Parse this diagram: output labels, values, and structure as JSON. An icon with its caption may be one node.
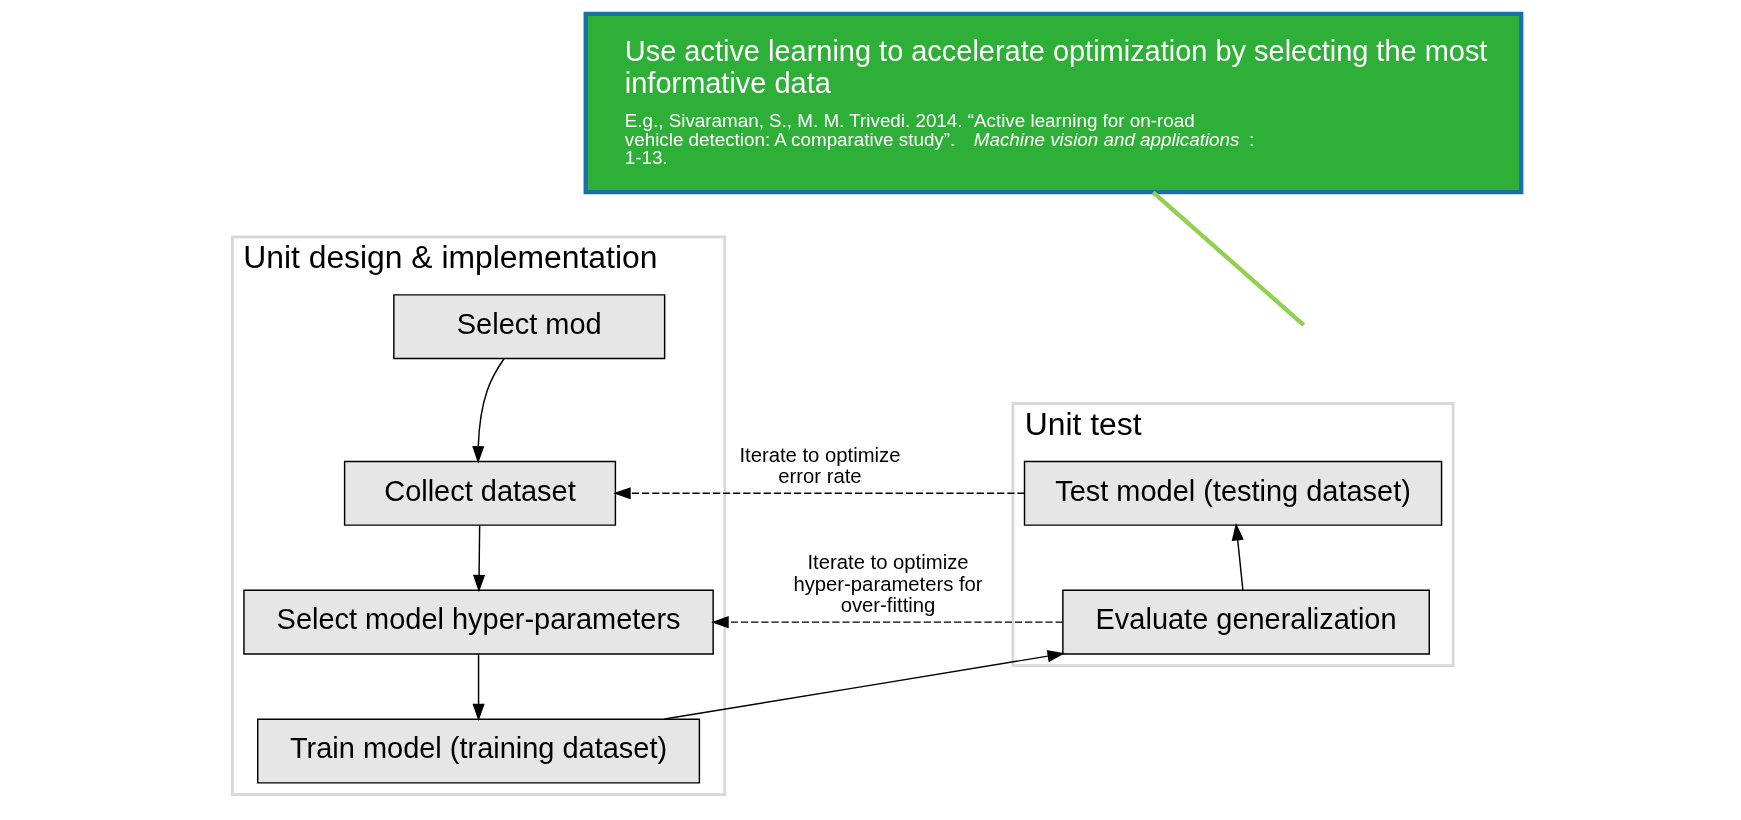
{
  "diagram": {
    "nodes": [
      {
        "text": [
          "Unit design & implementation"
        ]
      },
      {
        "text": [
          "Select mod"
        ],
        "in": 0
      },
      {
        "text": [
          "Collect dataset"
        ],
        "in": 0
      },
      {
        "text": [
          "Select model hyper-parameters"
        ],
        "in": 0
      },
      {
        "text": [
          "Train model (training dataset)"
        ],
        "in": 0
      },
      {
        "text": [
          "Unit test"
        ]
      },
      {
        "text": [
          "Test model (testing dataset)"
        ],
        "in": 5
      },
      {
        "text": [
          "Evaluate generalization"
        ],
        "in": 5
      },
      {
        "text": [
          "Use active learning to accelerate optimization by selecting the most informative data",
          "E.g., Sivaraman, S., M. M. Trivedi. 2014. “Active learning for on-road vehicle detection: A comparative study”. *Machine vision and applications*: 1-13."
        ]
      }
    ],
    "edges": [
      {
        "from": 1,
        "to": 2,
        "arrow": "to"
      },
      {
        "from": 2,
        "to": 3,
        "arrow": "to"
      },
      {
        "from": 3,
        "to": 4,
        "arrow": "to"
      },
      {
        "from": 4,
        "to": 7,
        "arrow": "to"
      },
      {
        "from": 7,
        "to": 6,
        "arrow": "to"
      },
      {
        "from": 6,
        "to": 2,
        "arrow": "to",
        "style": "dashed",
        "label": "Iterate to optimize error rate"
      },
      {
        "from": 7,
        "to": 3,
        "arrow": "to",
        "style": "dashed",
        "label": "Iterate to optimize hyper-parameters for over-fitting"
      },
      {
        "from": 8,
        "to": null,
        "arrow": "none",
        "style": "thick",
        "color": "#92d050"
      }
    ]
  }
}
